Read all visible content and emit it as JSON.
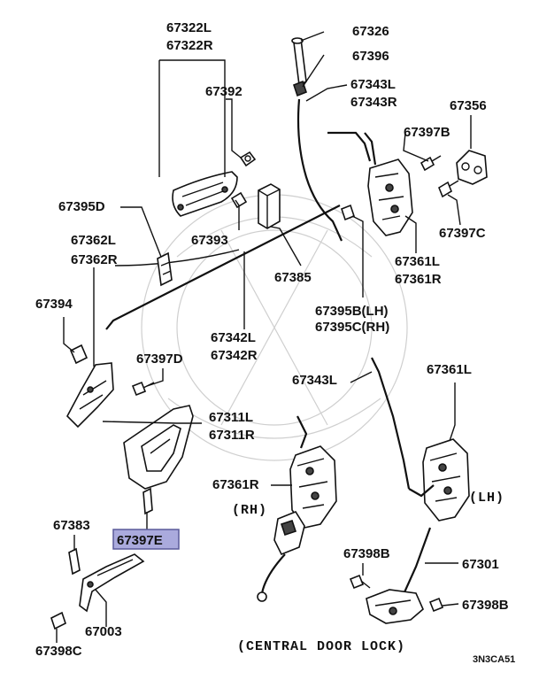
{
  "labels": {
    "p67322L": "67322L",
    "p67322R": "67322R",
    "p67326": "67326",
    "p67396": "67396",
    "p67343L_top": "67343L",
    "p67343R": "67343R",
    "p67356": "67356",
    "p67392": "67392",
    "p67397B": "67397B",
    "p67395D": "67395D",
    "p67393": "67393",
    "p67397C": "67397C",
    "p67362L": "67362L",
    "p67362R": "67362R",
    "p67385": "67385",
    "p67361L_top": "67361L",
    "p67361R_top": "67361R",
    "p67394": "67394",
    "p67395B": "67395B(LH)",
    "p67395C": "67395C(RH)",
    "p67342L": "67342L",
    "p67342R": "67342R",
    "p67397D": "67397D",
    "p67343L_mid": "67343L",
    "p67361L_lh": "67361L",
    "p67311L": "67311L",
    "p67311R": "67311R",
    "p67361R_rh": "67361R",
    "rh": "(RH)",
    "lh": "(LH)",
    "p67397E": "67397E",
    "p67383": "67383",
    "p67398B_a": "67398B",
    "p67301": "67301",
    "p67398B_b": "67398B",
    "p67003": "67003",
    "p67398C": "67398C",
    "central": "(CENTRAL DOOR LOCK)",
    "code": "3N3CA51"
  },
  "highlight": {
    "part": "67397E",
    "fill": "#aaaadd",
    "border": "#5a5a9a"
  }
}
